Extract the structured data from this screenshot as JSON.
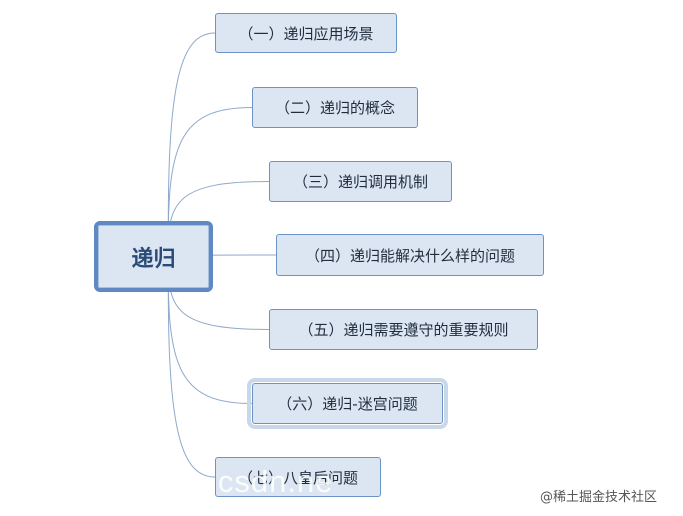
{
  "root": {
    "label": "递归"
  },
  "branches": [
    {
      "label": "（一）递归应用场景"
    },
    {
      "label": "（二）递归的概念"
    },
    {
      "label": "（三）递归调用机制"
    },
    {
      "label": "（四）递归能解决什么样的问题"
    },
    {
      "label": "（五）递归需要遵守的重要规则"
    },
    {
      "label": "（六）递归-迷宫问题",
      "selected": true
    },
    {
      "label": "（七）八皇后问题"
    }
  ],
  "watermark": "q.csdn.ne",
  "credit": "@稀土掘金技术社区",
  "colors": {
    "node_fill": "#dce6f2",
    "node_border": "#6b93c6",
    "connector": "#8fa9cc",
    "root_border": "#5e89c2"
  }
}
